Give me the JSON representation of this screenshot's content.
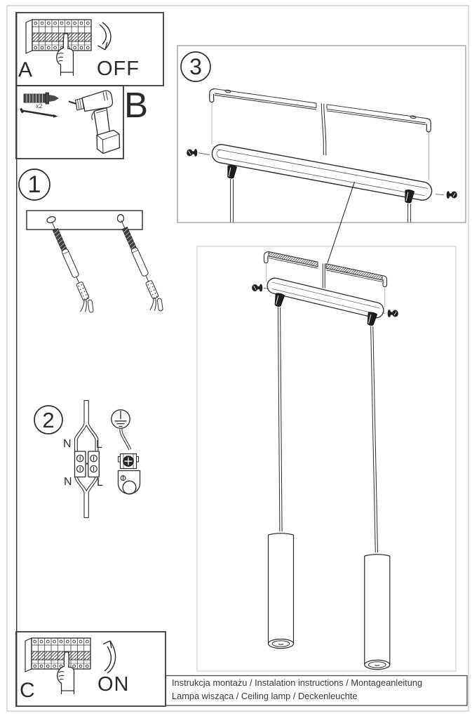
{
  "panels": {
    "a": {
      "label": "A",
      "action": "OFF"
    },
    "b": {
      "label": "B",
      "quantity": "x2"
    },
    "c": {
      "label": "C",
      "action": "ON"
    }
  },
  "steps": {
    "s1": {
      "number": "1"
    },
    "s2": {
      "number": "2",
      "labels": {
        "n_top": "N",
        "l_top": "L",
        "n_bottom": "N",
        "l_bottom": "L"
      }
    },
    "s3": {
      "number": "3"
    }
  },
  "footer": {
    "line1": "Instrukcja montażu / Instalation instructions / Montageanleitung",
    "line2": "Lampa wisząca / Ceiling lamp / Deckenleuchte"
  },
  "colors": {
    "ink": "#2b2b2b",
    "panel_border": "#3b3b3b",
    "soft_border": "#c9c9c9",
    "page_border": "#bdbdbd",
    "footer_border": "#4a4a4a"
  }
}
